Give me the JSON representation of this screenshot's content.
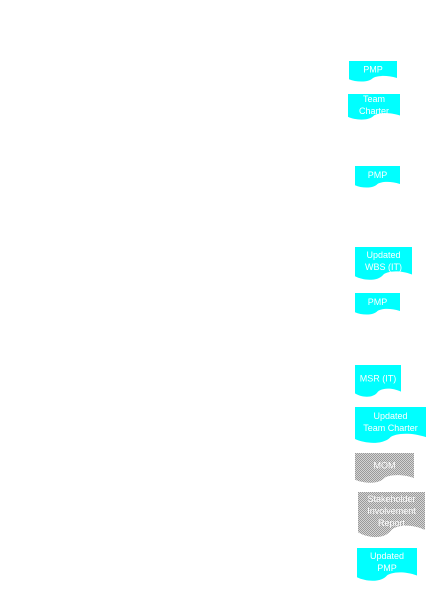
{
  "colors": {
    "cyan_doc": "#00ffff",
    "gray_doc": "#b8b8b8",
    "label_text": "#ffffff",
    "background": "#ffffff"
  },
  "documents": [
    {
      "id": "pmp-1",
      "lines": [
        "PMP"
      ],
      "style": "cyan"
    },
    {
      "id": "team-charter",
      "lines": [
        "Team",
        "Charter"
      ],
      "style": "cyan"
    },
    {
      "id": "pmp-2",
      "lines": [
        "PMP"
      ],
      "style": "cyan"
    },
    {
      "id": "updated-wbs-it",
      "lines": [
        "Updated",
        "WBS (IT)"
      ],
      "style": "cyan"
    },
    {
      "id": "pmp-3",
      "lines": [
        "PMP"
      ],
      "style": "cyan"
    },
    {
      "id": "msr-it",
      "lines": [
        "MSR (IT)"
      ],
      "style": "cyan"
    },
    {
      "id": "updated-team-charter",
      "lines": [
        "Updated",
        "Team Charter"
      ],
      "style": "cyan"
    },
    {
      "id": "mom",
      "lines": [
        "MOM"
      ],
      "style": "gray"
    },
    {
      "id": "stakeholder-involvement-report",
      "lines": [
        "Stakeholder",
        "Involvement",
        "Report"
      ],
      "style": "gray"
    },
    {
      "id": "updated-pmp",
      "lines": [
        "Updated",
        "PMP"
      ],
      "style": "cyan"
    }
  ]
}
